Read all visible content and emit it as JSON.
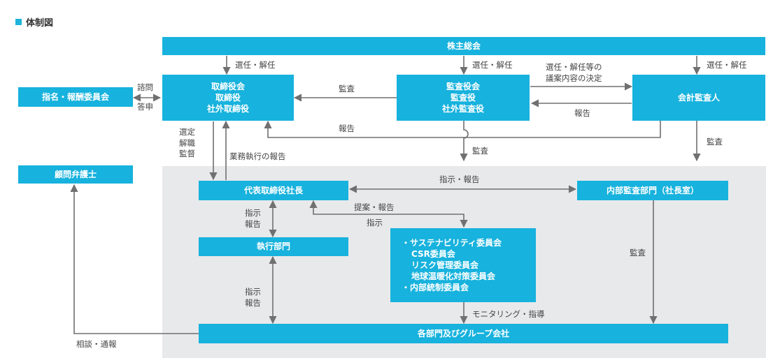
{
  "title": "体制図",
  "boxes": {
    "shareholders": "株主総会",
    "board": [
      "取締役会",
      "取締役",
      "社外取締役"
    ],
    "auditboard": [
      "監査役会",
      "監査役",
      "社外監査役"
    ],
    "accountant": "会計監査人",
    "nomination": "指名・報酬委員会",
    "advisor": "顧問弁護士",
    "president": "代表取締役社長",
    "internal_audit": "内部監査部門（社長室）",
    "execution": "執行部門",
    "committees": [
      "・サステナビリティ委員会",
      "CSR委員会",
      "リスク管理委員会",
      "地球温暖化対策委員会",
      "・内部統制委員会"
    ],
    "group": "各部門及びグループ会社"
  },
  "labels": {
    "elect1": "選任・解任",
    "elect2": "選任・解任",
    "elect3": "選任・解任",
    "elect_proposal": [
      "選任・解任等の",
      "議案内容の決定"
    ],
    "consult": [
      "諮問",
      "答申"
    ],
    "audit1": "監査",
    "report1": "報告",
    "report2": "報告",
    "selection": [
      "選定",
      "解職",
      "監督"
    ],
    "exec_report": "業務執行の報告",
    "audit2": "監査",
    "audit3": "監査",
    "instruct_report1": "指示・報告",
    "proposal_report": "提案・報告",
    "instruct1": "指示",
    "instruct_report2": [
      "指示",
      "報告"
    ],
    "instruct_report3": [
      "指示",
      "報告"
    ],
    "audit4": "監査",
    "monitoring": "モニタリング・指導",
    "consult_report": "相談・通報"
  },
  "colors": {
    "box": "#17b2dd",
    "arrow": "#707070",
    "area": "#e8e9eb"
  }
}
